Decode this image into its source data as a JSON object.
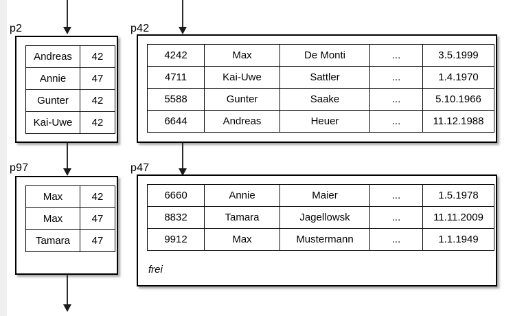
{
  "diagram": {
    "title": "Hash index pages diagram",
    "free_space_label": "frei",
    "ellipsis": "...",
    "ink_color": "#000000",
    "background_color": "#ffffff"
  },
  "pages": [
    {
      "id": "p2",
      "label": "p2",
      "kind": "directory",
      "columns": [
        "name",
        "bucket"
      ],
      "rows": [
        {
          "name": "Andreas",
          "bucket": "42"
        },
        {
          "name": "Annie",
          "bucket": "47"
        },
        {
          "name": "Gunter",
          "bucket": "42"
        },
        {
          "name": "Kai-Uwe",
          "bucket": "42"
        }
      ]
    },
    {
      "id": "p97",
      "label": "p97",
      "kind": "directory",
      "columns": [
        "name",
        "bucket"
      ],
      "rows": [
        {
          "name": "Max",
          "bucket": "42"
        },
        {
          "name": "Max",
          "bucket": "47"
        },
        {
          "name": "Tamara",
          "bucket": "47"
        }
      ]
    },
    {
      "id": "p42",
      "label": "p42",
      "kind": "data",
      "columns": [
        "id",
        "first_name",
        "last_name",
        "more",
        "date"
      ],
      "rows": [
        {
          "id": "4242",
          "first_name": "Max",
          "last_name": "De Monti",
          "more": "...",
          "date": "3.5.1999"
        },
        {
          "id": "4711",
          "first_name": "Kai-Uwe",
          "last_name": "Sattler",
          "more": "...",
          "date": "1.4.1970"
        },
        {
          "id": "5588",
          "first_name": "Gunter",
          "last_name": "Saake",
          "more": "...",
          "date": "5.10.1966"
        },
        {
          "id": "6644",
          "first_name": "Andreas",
          "last_name": "Heuer",
          "more": "...",
          "date": "11.12.1988"
        }
      ],
      "free_space": false,
      "free_space_label": ""
    },
    {
      "id": "p47",
      "label": "p47",
      "kind": "data",
      "columns": [
        "id",
        "first_name",
        "last_name",
        "more",
        "date"
      ],
      "rows": [
        {
          "id": "6660",
          "first_name": "Annie",
          "last_name": "Maier",
          "more": "...",
          "date": "1.5.1978"
        },
        {
          "id": "8832",
          "first_name": "Tamara",
          "last_name": "Jagellowsk",
          "more": "...",
          "date": "11.11.2009"
        },
        {
          "id": "9912",
          "first_name": "Max",
          "last_name": "Mustermann",
          "more": "...",
          "date": "1.1.1949"
        }
      ],
      "free_space": true,
      "free_space_label": "frei"
    }
  ],
  "connectors": [
    {
      "name": "arrow-into-p2",
      "from": "top-edge",
      "to": "p2",
      "direction": "down"
    },
    {
      "name": "arrow-p2-to-p97",
      "from": "p2",
      "to": "p97",
      "direction": "down"
    },
    {
      "name": "arrow-p97-to-below",
      "from": "p97",
      "to": "bottom-edge",
      "direction": "down"
    },
    {
      "name": "arrow-into-p42",
      "from": "top-edge",
      "to": "p42",
      "direction": "down"
    },
    {
      "name": "arrow-p42-to-p47",
      "from": "p42",
      "to": "p47",
      "direction": "down"
    }
  ]
}
